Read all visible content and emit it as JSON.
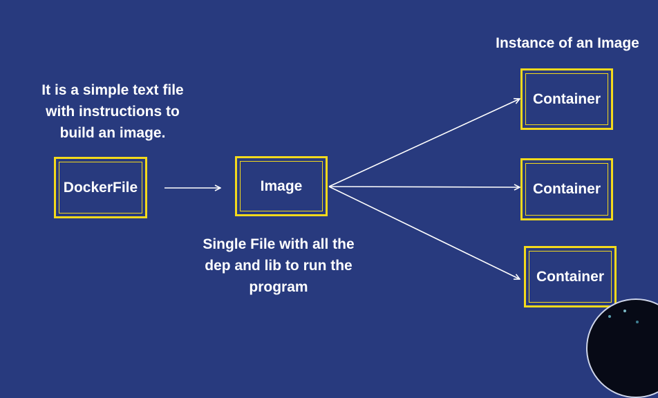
{
  "slide": {
    "colors": {
      "background": "#283a7e",
      "box_border": "#f4da1c",
      "text": "#ffffff",
      "arrow": "#ffffff"
    },
    "dockerfile_caption": "It is a simple text file\nwith instructions to\nbuild an image.",
    "image_caption": "Single File with all the\ndep and lib to run the\nprogram",
    "container_caption": "Instance of an Image",
    "nodes": {
      "dockerfile": "DockerFile",
      "image": "Image",
      "container_1": "Container",
      "container_2": "Container",
      "container_3": "Container"
    }
  }
}
